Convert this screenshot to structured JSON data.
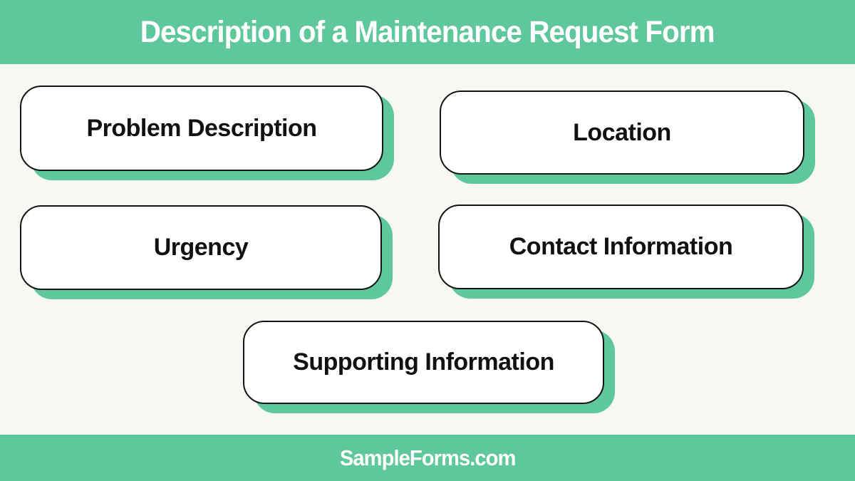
{
  "title": "Description of a Maintenance Request Form",
  "cards": [
    {
      "label": "Problem Description"
    },
    {
      "label": "Location"
    },
    {
      "label": "Urgency"
    },
    {
      "label": "Contact Information"
    },
    {
      "label": "Supporting Information"
    }
  ],
  "footer": {
    "brand": "SampleForms.com"
  },
  "colors": {
    "accent_green": "#5EC79B",
    "background": "#F7F7F4",
    "card_background": "#FFFFFF",
    "card_border": "#141414",
    "banner_text": "#FFFFFF",
    "card_text": "#111111"
  }
}
